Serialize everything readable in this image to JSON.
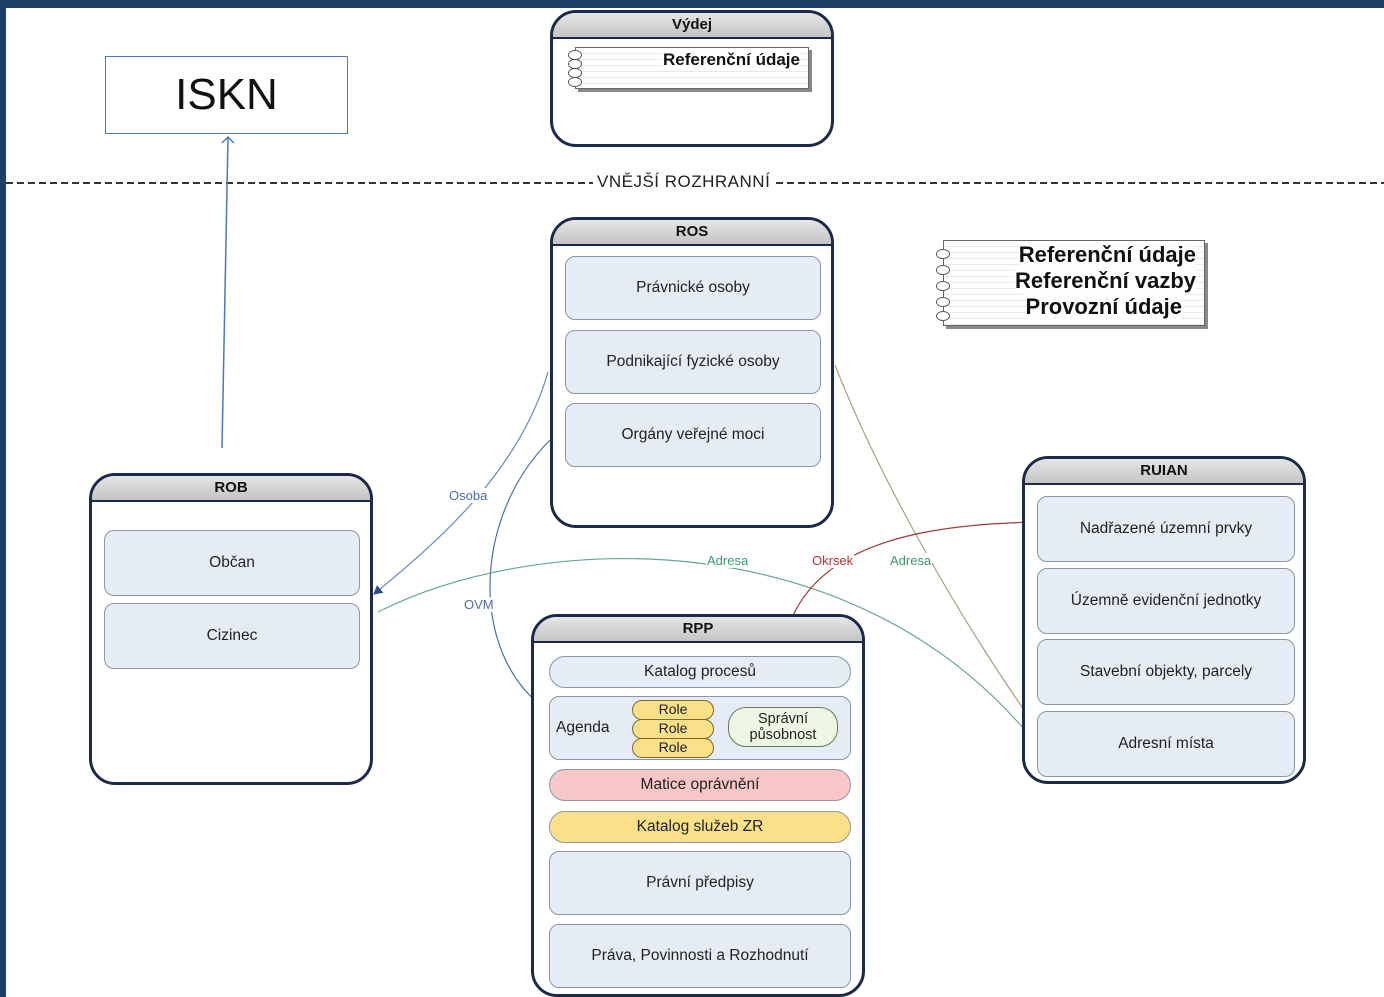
{
  "iskn": {
    "label": "ISKN"
  },
  "interface_label": "VNĚJŠÍ ROZHRANNÍ",
  "vydej": {
    "title": "Výdej",
    "note": "Referenční údaje"
  },
  "legend": {
    "lines": [
      "Referenční údaje",
      "Referenční vazby",
      "Provozní údaje"
    ]
  },
  "ros": {
    "title": "ROS",
    "items": [
      "Právnické osoby",
      "Podnikající fyzické osoby",
      "Orgány veřejné moci"
    ]
  },
  "rob": {
    "title": "ROB",
    "items": [
      "Občan",
      "Cizinec"
    ]
  },
  "ruian": {
    "title": "RUIAN",
    "items": [
      "Nadřazené územní prvky",
      "Územně evidenční jednotky",
      "Stavební objekty, parcely",
      "Adresní místa"
    ]
  },
  "rpp": {
    "title": "RPP",
    "katalog_procesu": "Katalog procesů",
    "agenda": {
      "label": "Agenda",
      "roles": [
        "Role",
        "Role",
        "Role"
      ],
      "spravni_line1": "Správní",
      "spravni_line2": "působnost"
    },
    "matice": "Matice oprávnění",
    "katalog_sluzeb": "Katalog služeb ZR",
    "pravni_predpisy": "Právní předpisy",
    "prava": "Práva, Povinnosti a Rozhodnutí"
  },
  "edges": {
    "osoba": "Osoba",
    "ovm": "OVM",
    "adresa_1": "Adresa",
    "okrsek": "Okrsek",
    "adresa_2": "Adresa"
  },
  "colors": {
    "frame": "#1f3f66",
    "module_border": "#1c2a4a",
    "item_fill": "#e6ecf5",
    "role_fill": "#fbe08a",
    "matice_fill": "#f7c6c6",
    "edge_blue": "#4a6fa5",
    "edge_green": "#3a9a6a",
    "edge_red": "#a03a3a",
    "edge_olive": "#8a9a6a"
  }
}
